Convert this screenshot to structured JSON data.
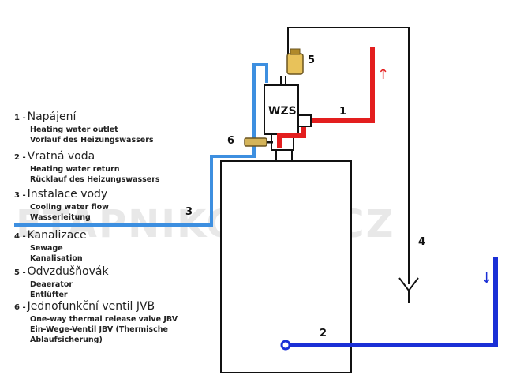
{
  "watermark": "ETAPNIKOTLE.CZ",
  "legend": [
    {
      "num": "1 -",
      "title": "Napájení",
      "lines": [
        "Heating water outlet",
        "Vorlauf des Heizungswassers"
      ]
    },
    {
      "num": "2 -",
      "title": "Vratná voda",
      "lines": [
        "Heating water return",
        "Rücklauf des Heizungswassers"
      ]
    },
    {
      "num": "3 -",
      "title": "Instalace vody",
      "lines": [
        "Cooling water flow",
        "Wasserleitung"
      ]
    },
    {
      "num": "4 -",
      "title": "Kanalizace",
      "lines": [
        "Sewage",
        "Kanalisation"
      ]
    },
    {
      "num": "5 -",
      "title": "Odvzdušňovák",
      "lines": [
        "Deaerator",
        "Entlüfter"
      ]
    },
    {
      "num": "6 -",
      "title": "Jednofunkční ventil JVB",
      "lines": [
        "One-way thermal release valve JBV",
        "Ein-Wege-Ventil JBV (Thermische",
        "Ablaufsicherung)"
      ]
    }
  ],
  "diagram": {
    "device_label": "WZS",
    "markers": {
      "m1": "1",
      "m2": "2",
      "m3": "3",
      "m4": "4",
      "m5": "5",
      "m6": "6"
    },
    "arrow_up": "↑",
    "arrow_down": "↓",
    "colors": {
      "hot": "#e31e1e",
      "return": "#1a2fd6",
      "cold": "#3d8fe0",
      "sewage": "#111111"
    }
  }
}
